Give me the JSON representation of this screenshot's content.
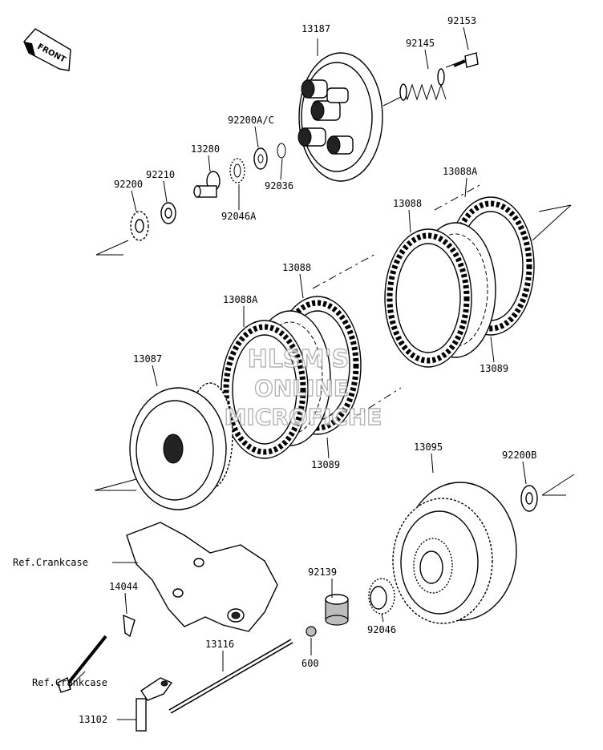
{
  "parts": {
    "p13187": "13187",
    "p92153": "92153",
    "p92145": "92145",
    "p92200ac": "92200A/C",
    "p13280": "13280",
    "p92210": "92210",
    "p92200": "92200",
    "p92036": "92036",
    "p92046a": "92046A",
    "p13088a_top": "13088A",
    "p13088_top": "13088",
    "p13088_mid": "13088",
    "p13088a_mid": "13088A",
    "p13089_right": "13089",
    "p13087": "13087",
    "p13089_mid": "13089",
    "p13095": "13095",
    "p92200b": "92200B",
    "ref_crankcase_1": "Ref.Crankcase",
    "p14044": "14044",
    "p92139": "92139",
    "p92046": "92046",
    "p13116": "13116",
    "p600": "600",
    "ref_crankcase_2": "Ref.Crankcase",
    "p13102": "13102"
  },
  "front_arrow": "FRONT",
  "watermark": [
    "HLSM'S",
    "ONLINE",
    "MICROFICHE"
  ]
}
